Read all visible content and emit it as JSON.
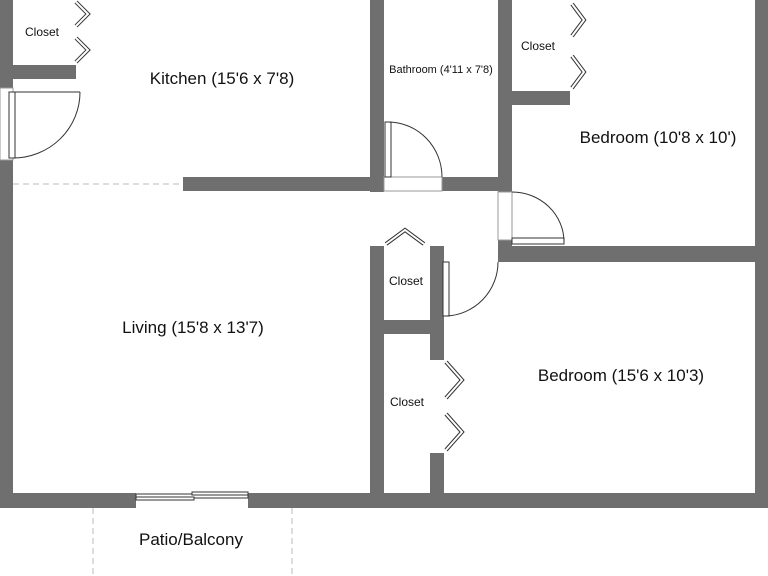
{
  "rooms": {
    "kitchen": "Kitchen (15'6 x 7'8)",
    "bathroom": "Bathroom (4'11 x 7'8)",
    "bedroom_top": "Bedroom (10'8 x 10')",
    "living": "Living (15'8 x 13'7)",
    "bedroom_bottom": "Bedroom (15'6 x 10'3)",
    "patio": "Patio/Balcony"
  },
  "closets": {
    "kitchen": "Closet",
    "bedroom_top": "Closet",
    "hall": "Closet",
    "bedroom_bottom": "Closet"
  }
}
